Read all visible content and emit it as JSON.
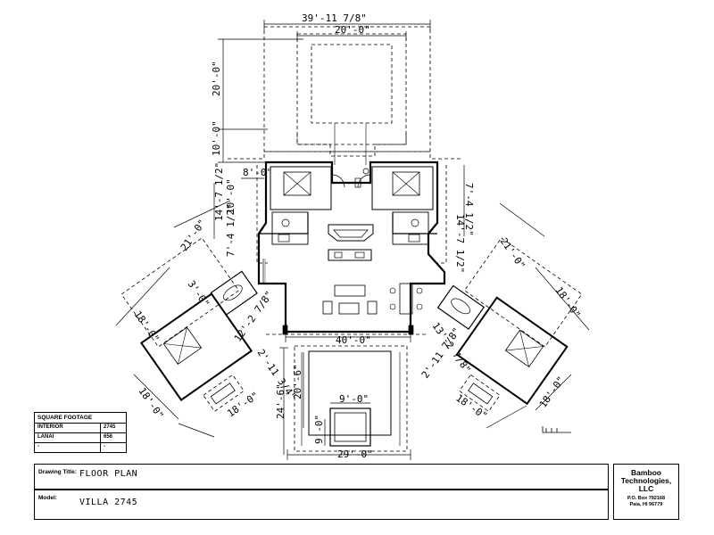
{
  "dimensions": {
    "overall_width": "39'-11 7/8\"",
    "pool_top_width": "20'-0\"",
    "pool_top_depth": "20'-0\"",
    "terrace_depth": "10'-0\"",
    "left_suite_width": "8'-0\"",
    "left_suite_depth_a": "14'-7 1/2\"",
    "left_suite_depth_b": "10'-0\"",
    "left_step_a": "7'-4 1/2\"",
    "right_suite_depth_a": "14'-7 1/2\"",
    "right_suite_depth_b": "7'-4 1/2\"",
    "left_wing_length": "21'-0\"",
    "left_wing_offset": "3'-0\"",
    "left_wing_depth": "18'-0\"",
    "left_bed_a": "12'-2 7/8\"",
    "left_bed_b": "2'-11 3/4\"",
    "left_bed_width": "18'-0\"",
    "left_bed_depth": "18'-0\"",
    "main_room_width": "40'-0\"",
    "right_wing_length": "21'-0\"",
    "right_wing_depth": "18'-0\"",
    "right_bed_a": "13'-2 7/8\"",
    "right_bed_b": "2'-11 7/8\"",
    "right_bed_width": "18'-0\"",
    "right_bed_depth": "18'-0\"",
    "lanai_depth_a": "24'-6\"",
    "lanai_depth_b": "20'-6\"",
    "spa_width": "9'-0\"",
    "spa_depth": "9'-0\"",
    "lanai_width": "29'-0\""
  },
  "square_footage": {
    "title": "SQUARE FOOTAGE",
    "rows": [
      {
        "label": "INTERIOR",
        "value": "2745"
      },
      {
        "label": "LANAI",
        "value": "656"
      },
      {
        "label": "-",
        "value": "-"
      }
    ]
  },
  "drawing_title": {
    "label": "Drawing Title:",
    "value": "FLOOR PLAN"
  },
  "model": {
    "label": "Model:",
    "value": "VILLA 2745"
  },
  "company": {
    "name_1": "Bamboo",
    "name_2": "Technologies,",
    "name_3": "LLC",
    "address_1": "P.O. Box 792168",
    "address_2": "Paia, HI 96779"
  }
}
